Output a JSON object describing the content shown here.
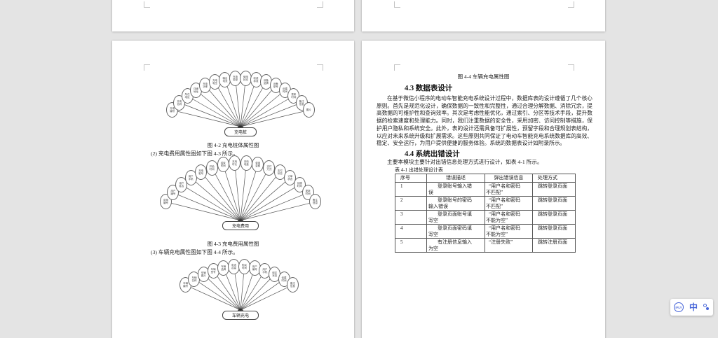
{
  "window": {
    "background": "#e4e4e4",
    "page_color": "#ffffff",
    "accent_blue": "#4866d9"
  },
  "left_page": {
    "items": {
      "item2": "(2) 充电费用属性图如下图 4-3 所示。",
      "item3": "(3) 车辆充电属性图如下图 4-4 所示。"
    },
    "diagrams": [
      {
        "caption": "图 4-2 充电桩体属性图",
        "center": "充电桩",
        "nodes": [
          "充电\n编号",
          "充电\n名称",
          "所在\n地区",
          "详细\n地址",
          "充电\n功率",
          "充电\n电压",
          "输出\n电流",
          "充电\n类型",
          "使用\n状态",
          "收费\n标准",
          "设备\n品牌",
          "设备\n型号",
          "创建\n时间",
          "更新\n时间",
          "备注\n信息",
          "图片"
        ]
      },
      {
        "caption": "图 4-3 充电费用属性图",
        "center": "充电费用",
        "nodes": [
          "费用\n编号",
          "用户\n编号",
          "用户\n姓名",
          "用户\n手机",
          "充电\n桩号",
          "开始\n时间",
          "结束\n时间",
          "充电\n时长",
          "充电\n电量",
          "费用\n金额",
          "支付\n方式",
          "支付\n状态",
          "订单\n状态",
          "创建\n时间",
          "更新\n时间",
          "备注\n信息"
        ]
      },
      {
        "center": "车辆充电",
        "nodes": [
          "车辆\n编号",
          "车辆\n名称",
          "车辆\n图片",
          "车辆\n型号",
          "车辆\n品牌",
          "电池\n容量",
          "购买\n时间",
          "用户\n编号",
          "用户\n手机",
          "绑定\n状态",
          "创建\n时间",
          "备注\n信息"
        ]
      }
    ]
  },
  "right_page": {
    "figure_caption": "图 4-4 车辆充电属性图",
    "section_43": {
      "heading": "4.3 数据表设计",
      "paragraph": "在基于微信小程序的电动车智能充电系统设计过程中，数据库表的设计遵循了几个核心原则。首先是规范化设计，确保数据的一致性和完整性，通过合理分解数据、消除冗余，提高数据的可维护性和查询效率。其次是考虑性能优化，通过索引、分区等技术手段，提升数据的检索速度和处理能力。同时，我们注重数据的安全性，采用加密、访问控制等措施，保护用户隐私和系统安全。此外，表的设计还需具备可扩展性，预留字段和合理规划表结构，以应对未来系统升级和扩展需求。这些原则共同保证了电动车智能充电系统数据库的高效、稳定、安全运行，为用户提供便捷的服务体验。系统的数据表设计如附录所示。"
    },
    "section_44": {
      "heading": "4.4 系统出错设计",
      "intro": "主要本模块主要针对出错信息处理方式进行设计，如表 4-1 所示。"
    },
    "table": {
      "title": "表 4-1 出错处理设计表",
      "headers": [
        "序号",
        "错误描述",
        "弹出错误信息",
        "处理方式"
      ],
      "rows": [
        [
          "1",
          "登录账号输入错\n误",
          "“用户名和密码\n不匹配”",
          "跳转登录页面"
        ],
        [
          "2",
          "登录账号的密码\n输入错误",
          "“用户名和密码\n不匹配”",
          "跳转登录页面"
        ],
        [
          "3",
          "登录页面账号填\n写空",
          "“用户名和密码\n不能为空”",
          "跳转登录页面"
        ],
        [
          "4",
          "登录页面密码填\n写空",
          "“用户名和密码\n不能为空”",
          "跳转登录页面"
        ],
        [
          "5",
          "有注册信息输入\n为空",
          "“注册失败”",
          "跳转注册页面"
        ]
      ]
    }
  },
  "ime": {
    "logo": "iFLY",
    "lang_indicator": "中"
  }
}
